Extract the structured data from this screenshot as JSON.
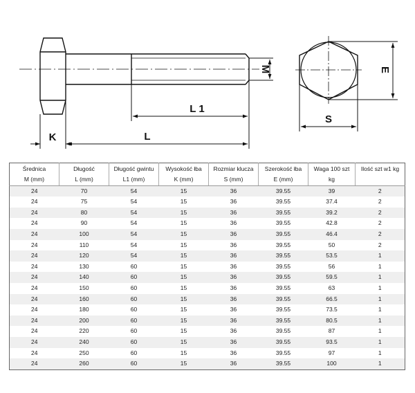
{
  "drawing": {
    "labels": {
      "M": "M",
      "E": "E",
      "S": "S",
      "L1": "L 1",
      "L": "L",
      "K": "K"
    }
  },
  "table": {
    "headers": [
      "Średnica",
      "Długość",
      "Długość gwintu",
      "Wysokość łba",
      "Rozmiar klucza",
      "Szerokość łba",
      "Waga 100 szt",
      "Ilość szt  w1 kg"
    ],
    "units": [
      "M  (mm)",
      "L   (mm)",
      "L1   (mm)",
      "K   (mm)",
      "S   (mm)",
      "E   (mm)",
      "kg",
      ""
    ],
    "rows": [
      [
        "24",
        "70",
        "54",
        "15",
        "36",
        "39.55",
        "39",
        "2"
      ],
      [
        "24",
        "75",
        "54",
        "15",
        "36",
        "39.55",
        "37.4",
        "2"
      ],
      [
        "24",
        "80",
        "54",
        "15",
        "36",
        "39.55",
        "39.2",
        "2"
      ],
      [
        "24",
        "90",
        "54",
        "15",
        "36",
        "39.55",
        "42.8",
        "2"
      ],
      [
        "24",
        "100",
        "54",
        "15",
        "36",
        "39.55",
        "46.4",
        "2"
      ],
      [
        "24",
        "110",
        "54",
        "15",
        "36",
        "39.55",
        "50",
        "2"
      ],
      [
        "24",
        "120",
        "54",
        "15",
        "36",
        "39.55",
        "53.5",
        "1"
      ],
      [
        "24",
        "130",
        "60",
        "15",
        "36",
        "39.55",
        "56",
        "1"
      ],
      [
        "24",
        "140",
        "60",
        "15",
        "36",
        "39.55",
        "59.5",
        "1"
      ],
      [
        "24",
        "150",
        "60",
        "15",
        "36",
        "39.55",
        "63",
        "1"
      ],
      [
        "24",
        "160",
        "60",
        "15",
        "36",
        "39.55",
        "66.5",
        "1"
      ],
      [
        "24",
        "180",
        "60",
        "15",
        "36",
        "39.55",
        "73.5",
        "1"
      ],
      [
        "24",
        "200",
        "60",
        "15",
        "36",
        "39.55",
        "80.5",
        "1"
      ],
      [
        "24",
        "220",
        "60",
        "15",
        "36",
        "39.55",
        "87",
        "1"
      ],
      [
        "24",
        "240",
        "60",
        "15",
        "36",
        "39.55",
        "93.5",
        "1"
      ],
      [
        "24",
        "250",
        "60",
        "15",
        "36",
        "39.55",
        "97",
        "1"
      ],
      [
        "24",
        "260",
        "60",
        "15",
        "36",
        "39.55",
        "100",
        "1"
      ]
    ]
  }
}
